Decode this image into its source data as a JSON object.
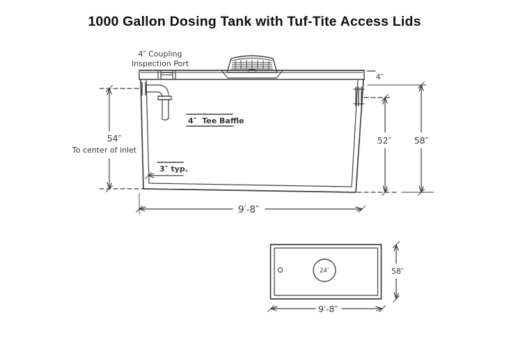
{
  "title": "1000 Gallon Dosing Tank with Tuf-Tite Access Lids",
  "colors": {
    "background": "#ffffff",
    "ink": "#3e3e3e",
    "text": "#373737",
    "title": "#101010"
  },
  "side_view": {
    "labels": {
      "coupling_port_line1": "4″ Coupling",
      "coupling_port_line2": "Inspection Port",
      "tee_baffle": "4″  Tee Baffle",
      "wall_thickness": "3″ typ."
    },
    "dimensions": {
      "inlet_height": "54″",
      "inlet_height_note": "To center of inlet",
      "outlet_height": "52″",
      "overall_height": "58″",
      "top_offset": "4″",
      "overall_length": "9′-8″"
    }
  },
  "top_view": {
    "access_lid_label": "24″",
    "width": "58″",
    "length": "9′-8″"
  }
}
